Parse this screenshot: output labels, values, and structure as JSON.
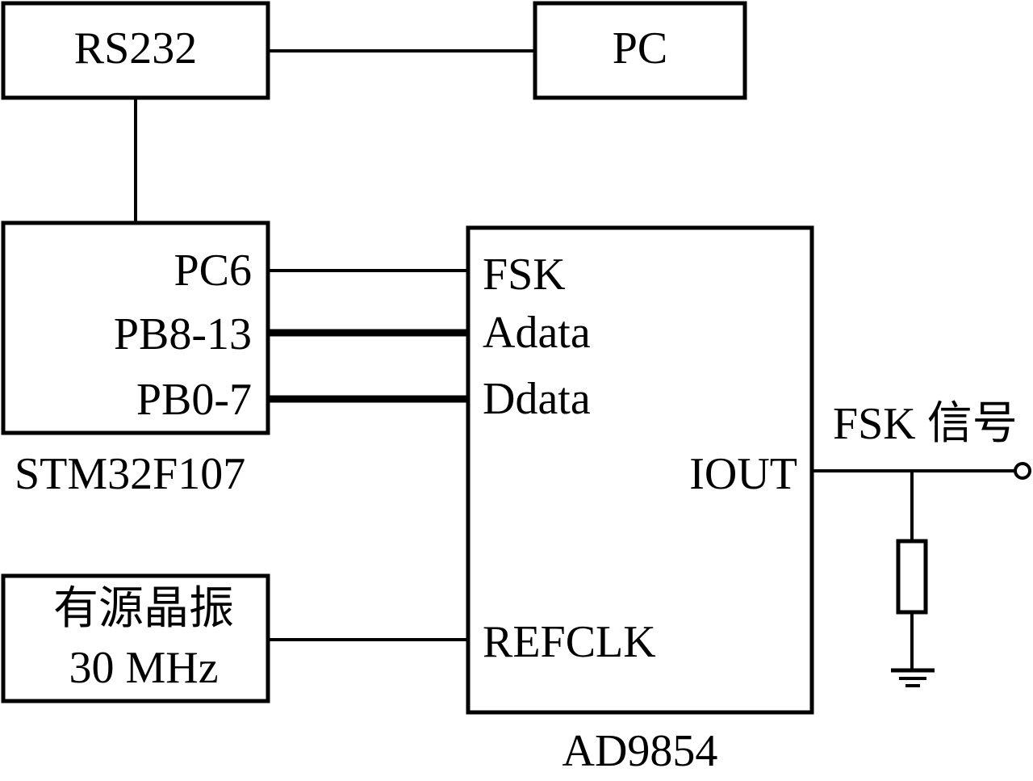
{
  "blocks": {
    "rs232": "RS232",
    "pc": "PC",
    "mcu_name": "STM32F107",
    "mcu_pins": [
      "PC6",
      "PB8-13",
      "PB0-7"
    ],
    "dds_name": "AD9854",
    "dds_pins": [
      "FSK",
      "Adata",
      "Ddata"
    ],
    "dds_iout": "IOUT",
    "dds_refclk": "REFCLK",
    "osc_line1": "有源晶振",
    "osc_line2": "30 MHz"
  },
  "output_label": "FSK 信号"
}
